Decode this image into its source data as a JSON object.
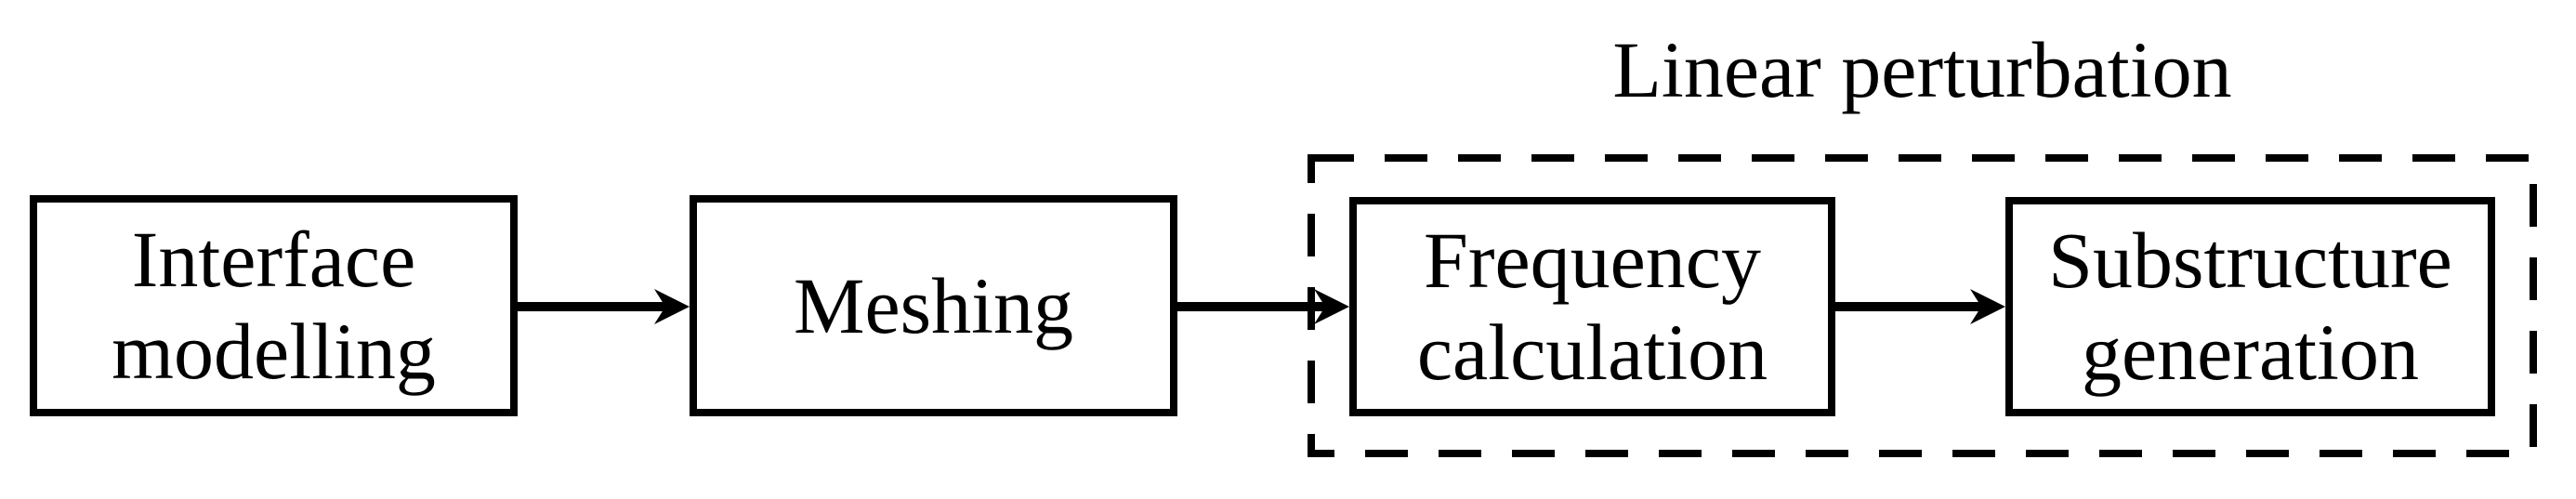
{
  "diagram": {
    "background_color": "#ffffff",
    "line_color": "#000000",
    "group": {
      "label": "Linear perturbation",
      "border_style": "dashed",
      "contains": [
        "frequency-calculation",
        "substructure-generation"
      ]
    },
    "nodes": [
      {
        "id": "interface-modelling",
        "label": "Interface\nmodelling"
      },
      {
        "id": "meshing",
        "label": "Meshing"
      },
      {
        "id": "frequency-calculation",
        "label": "Frequency\ncalculation"
      },
      {
        "id": "substructure-generation",
        "label": "Substructure\ngeneration"
      }
    ],
    "edges": [
      {
        "from": "interface-modelling",
        "to": "meshing"
      },
      {
        "from": "meshing",
        "to": "frequency-calculation"
      },
      {
        "from": "frequency-calculation",
        "to": "substructure-generation"
      }
    ]
  }
}
